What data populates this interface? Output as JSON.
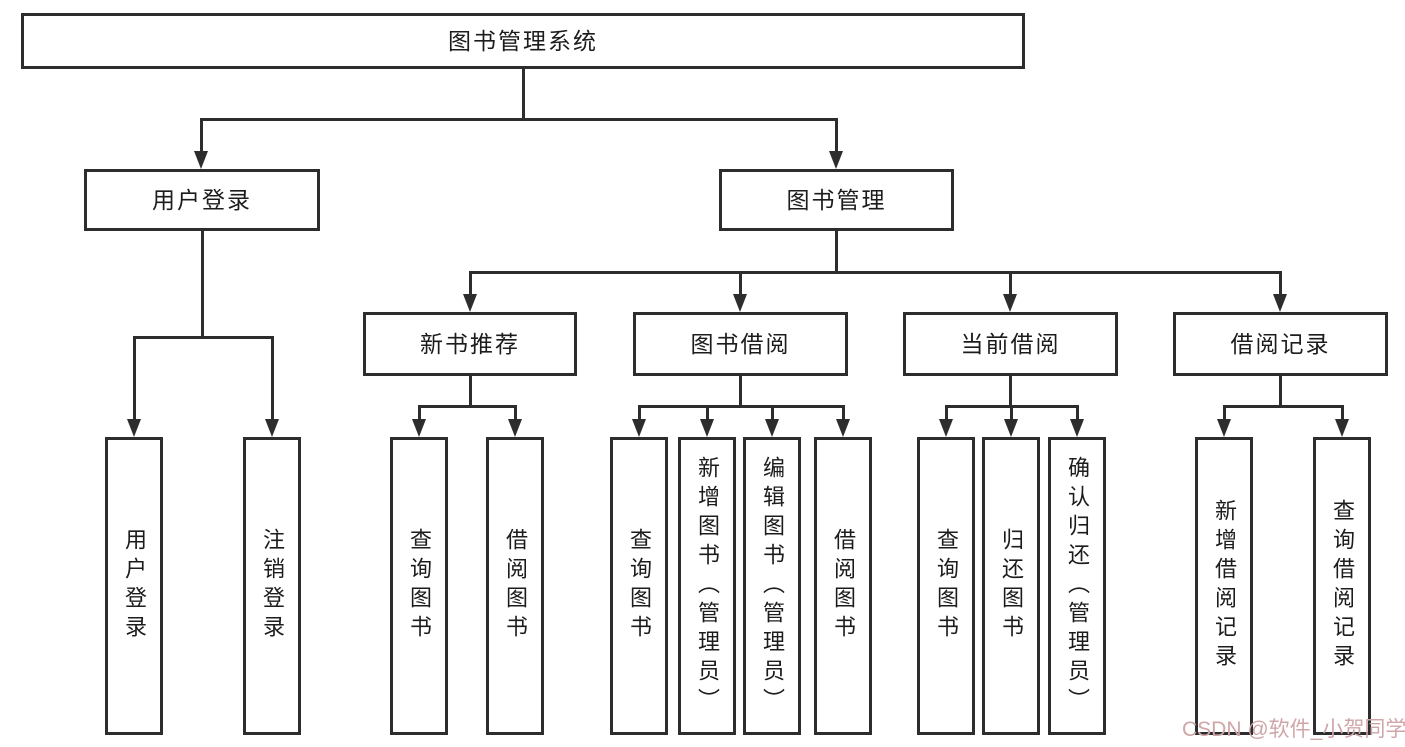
{
  "diagram": {
    "title_node": {
      "label": "图书管理系统"
    },
    "level2": [
      {
        "id": "user-login",
        "label": "用户登录"
      },
      {
        "id": "book-management",
        "label": "图书管理"
      }
    ],
    "level3": [
      {
        "id": "new-book-recommend",
        "label": "新书推荐"
      },
      {
        "id": "book-borrow",
        "label": "图书借阅"
      },
      {
        "id": "current-borrow",
        "label": "当前借阅"
      },
      {
        "id": "borrow-records",
        "label": "借阅记录"
      }
    ],
    "leaves": {
      "user_login": [
        {
          "label": "用户登录"
        },
        {
          "label": "注销登录"
        }
      ],
      "new_book": [
        {
          "label": "查询图书"
        },
        {
          "label": "借阅图书"
        }
      ],
      "book_borrow": [
        {
          "label": "查询图书"
        },
        {
          "label": "新增图书（管理员）"
        },
        {
          "label": "编辑图书（管理员）"
        },
        {
          "label": "借阅图书"
        }
      ],
      "current_borrow": [
        {
          "label": "查询图书"
        },
        {
          "label": "归还图书"
        },
        {
          "label": "确认归还（管理员）"
        }
      ],
      "borrow_records": [
        {
          "label": "新增借阅记录"
        },
        {
          "label": "查询借阅记录"
        }
      ]
    }
  },
  "watermark": {
    "text": "CSDN @软件_小贺同学",
    "color": "#cfa6a8"
  },
  "colors": {
    "line": "#2d2d2d",
    "box_bg": "#ffffff",
    "text": "#1c1c1c",
    "background": "#ffffff"
  }
}
